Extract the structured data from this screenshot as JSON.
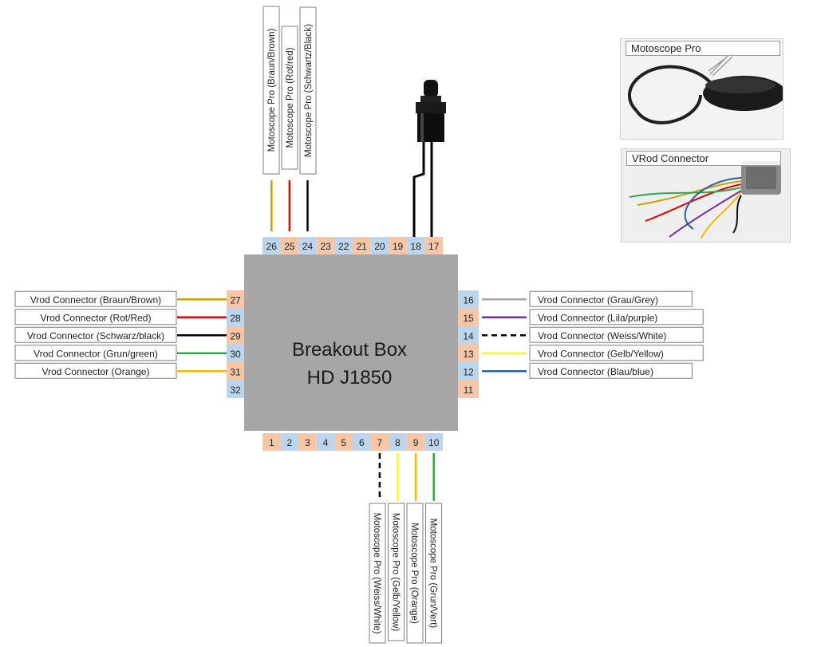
{
  "box": {
    "line1": "Breakout Box",
    "line2": "HD J1850"
  },
  "colors": {
    "peach": "#f6c6a7",
    "blue": "#bcd5ec",
    "box": "#a6a6a6",
    "brown": "#c8a000",
    "red": "#e00000",
    "black": "#000000",
    "green": "#2ea84b",
    "orange": "#f5b800",
    "grey": "#a6a6a6",
    "purple": "#7030a0",
    "yellow": "#ffff00",
    "blue_wire": "#2e5fa3",
    "white_wire": "#000000"
  },
  "pins": {
    "top": [
      "26",
      "25",
      "24",
      "23",
      "22",
      "21",
      "20",
      "19",
      "18",
      "17"
    ],
    "bottom": [
      "1",
      "2",
      "3",
      "4",
      "5",
      "6",
      "7",
      "8",
      "9",
      "10"
    ],
    "left": [
      "27",
      "28",
      "29",
      "30",
      "31",
      "32"
    ],
    "right": [
      "16",
      "15",
      "14",
      "13",
      "12",
      "11"
    ]
  },
  "labels": {
    "top": [
      {
        "pin": "26",
        "text": "Motoscope Pro (Braun/Brown)",
        "wire": "brown"
      },
      {
        "pin": "25",
        "text": "Motoscope Pro (Rot/red)",
        "wire": "red"
      },
      {
        "pin": "24",
        "text": "Motoscope Pro (Schwartz/Black)",
        "wire": "black"
      }
    ],
    "bottom": [
      {
        "pin": "7",
        "text": "Motoscope Pro (Weiss/White)",
        "wire": "dashed"
      },
      {
        "pin": "8",
        "text": "Motoscope Pro (Gelb/Yellow)",
        "wire": "yellow"
      },
      {
        "pin": "9",
        "text": "Motoscope Pro (Orange)",
        "wire": "orange"
      },
      {
        "pin": "10",
        "text": "Motoscope Pro (Grun/Vert)",
        "wire": "green"
      }
    ],
    "left": [
      {
        "pin": "27",
        "text": "Vrod Connector (Braun/Brown)",
        "wire": "brown"
      },
      {
        "pin": "28",
        "text": "Vrod Connector (Rot/Red)",
        "wire": "red"
      },
      {
        "pin": "29",
        "text": "Vrod Connector (Schwarz/black)",
        "wire": "black"
      },
      {
        "pin": "30",
        "text": "Vrod Connector (Grun/green)",
        "wire": "green"
      },
      {
        "pin": "31",
        "text": "Vrod Connector (Orange)",
        "wire": "orange"
      }
    ],
    "right": [
      {
        "pin": "16",
        "text": "Vrod Connector (Grau/Grey)",
        "wire": "grey"
      },
      {
        "pin": "15",
        "text": "Vrod Connector (Lila/purple)",
        "wire": "purple"
      },
      {
        "pin": "14",
        "text": "Vrod Connector (Weiss/White)",
        "wire": "dashed"
      },
      {
        "pin": "13",
        "text": "Vrod Connector (Gelb/Yellow)",
        "wire": "yellow"
      },
      {
        "pin": "12",
        "text": "Vrod Connector (Blau/blue)",
        "wire": "blue_wire"
      }
    ]
  },
  "photos": [
    {
      "caption": "Motoscope Pro"
    },
    {
      "caption": "VRod Connector"
    }
  ]
}
